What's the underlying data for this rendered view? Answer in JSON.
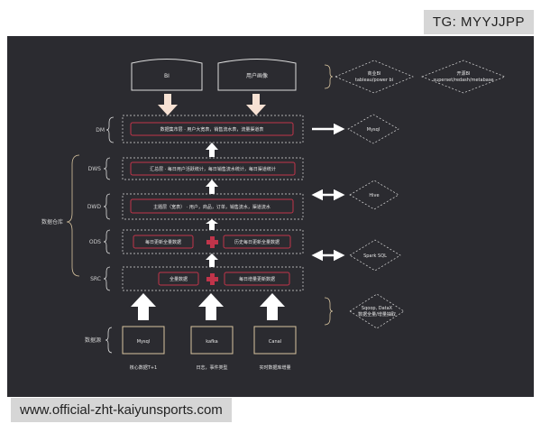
{
  "watermark": {
    "tg": "TG: MYYJJPP",
    "url": "www.official-zht-kaiyunsports.com"
  },
  "top_boxes": {
    "bi": "BI",
    "user_profile": "用户画像"
  },
  "layers": {
    "dm": {
      "label": "DM",
      "content": "数据集市层 · 用户大宽表，销售流水表，流量渠道表"
    },
    "dws": {
      "label": "DWS",
      "content": "汇总层 · 每日用户活跃统计，每日销售流水统计，每日渠道统计"
    },
    "dwd": {
      "label": "DWD",
      "content": "主题层（宽表） · 用户，商品，订单，销售流水，渠道流水"
    },
    "ods": {
      "label": "ODS",
      "left": "每日更新全量数据",
      "right": "历史每日更新全量数据"
    },
    "src": {
      "label": "SRC",
      "left": "全量数据",
      "right": "每日增量更新数据"
    }
  },
  "warehouse_label": "数据仓库",
  "source_label": "数据源",
  "sources": [
    {
      "name": "Mysql",
      "caption": "核心数据T+1"
    },
    {
      "name": "kafka",
      "caption": "日志，事件类型"
    },
    {
      "name": "Canal",
      "caption": "实时数据库增量"
    }
  ],
  "tools": {
    "bi_business": {
      "line1": "商业BI",
      "line2": "tableau/power bi"
    },
    "bi_open": {
      "line1": "开源BI",
      "line2": "superset/redash/metabase"
    },
    "mysql": "Mysql",
    "hive": "Hive",
    "spark": "Spark SQL",
    "ingest": {
      "line1": "Sqoop, DataX",
      "line2": "数据全量/增量抽取"
    }
  },
  "colors": {
    "bg": "#2b2b30",
    "accent": "#c0344a",
    "line": "#dcdcdc",
    "arrow_fill": "#f7e1d3"
  }
}
